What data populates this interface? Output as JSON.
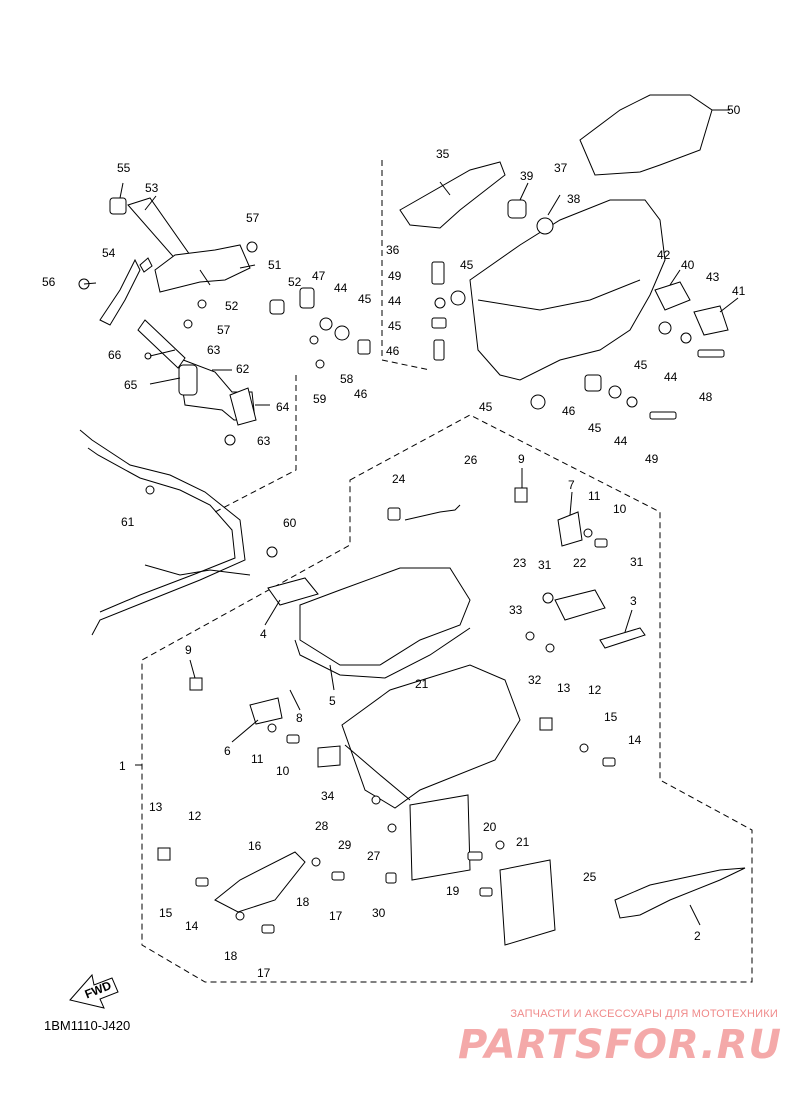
{
  "diagram": {
    "code": "1BM1110-J420",
    "fwd_label": "FWD",
    "watermark": {
      "tagline": "ЗАПЧАСТИ И АКСЕССУАРЫ ДЛЯ МОТОТЕХНИКИ",
      "logo": "PARTSFOR.RU"
    },
    "callouts": [
      {
        "id": "c1",
        "text": "1"
      },
      {
        "id": "c2",
        "text": "2"
      },
      {
        "id": "c3",
        "text": "3"
      },
      {
        "id": "c4",
        "text": "4"
      },
      {
        "id": "c5",
        "text": "5"
      },
      {
        "id": "c6",
        "text": "6"
      },
      {
        "id": "c7",
        "text": "7"
      },
      {
        "id": "c8",
        "text": "8"
      },
      {
        "id": "c9a",
        "text": "9"
      },
      {
        "id": "c9b",
        "text": "9"
      },
      {
        "id": "c10a",
        "text": "10"
      },
      {
        "id": "c10b",
        "text": "10"
      },
      {
        "id": "c11a",
        "text": "11"
      },
      {
        "id": "c11b",
        "text": "11"
      },
      {
        "id": "c12a",
        "text": "12"
      },
      {
        "id": "c12b",
        "text": "12"
      },
      {
        "id": "c13a",
        "text": "13"
      },
      {
        "id": "c13b",
        "text": "13"
      },
      {
        "id": "c14a",
        "text": "14"
      },
      {
        "id": "c14b",
        "text": "14"
      },
      {
        "id": "c15a",
        "text": "15"
      },
      {
        "id": "c15b",
        "text": "15"
      },
      {
        "id": "c16",
        "text": "16"
      },
      {
        "id": "c17a",
        "text": "17"
      },
      {
        "id": "c17b",
        "text": "17"
      },
      {
        "id": "c18a",
        "text": "18"
      },
      {
        "id": "c18b",
        "text": "18"
      },
      {
        "id": "c19",
        "text": "19"
      },
      {
        "id": "c20",
        "text": "20"
      },
      {
        "id": "c21a",
        "text": "21"
      },
      {
        "id": "c21b",
        "text": "21"
      },
      {
        "id": "c22",
        "text": "22"
      },
      {
        "id": "c23",
        "text": "23"
      },
      {
        "id": "c24",
        "text": "24"
      },
      {
        "id": "c25",
        "text": "25"
      },
      {
        "id": "c26",
        "text": "26"
      },
      {
        "id": "c27",
        "text": "27"
      },
      {
        "id": "c28",
        "text": "28"
      },
      {
        "id": "c29",
        "text": "29"
      },
      {
        "id": "c30",
        "text": "30"
      },
      {
        "id": "c31a",
        "text": "31"
      },
      {
        "id": "c31b",
        "text": "31"
      },
      {
        "id": "c32",
        "text": "32"
      },
      {
        "id": "c33",
        "text": "33"
      },
      {
        "id": "c34",
        "text": "34"
      },
      {
        "id": "c35",
        "text": "35"
      },
      {
        "id": "c36",
        "text": "36"
      },
      {
        "id": "c37",
        "text": "37"
      },
      {
        "id": "c38",
        "text": "38"
      },
      {
        "id": "c39",
        "text": "39"
      },
      {
        "id": "c40",
        "text": "40"
      },
      {
        "id": "c41",
        "text": "41"
      },
      {
        "id": "c42",
        "text": "42"
      },
      {
        "id": "c43",
        "text": "43"
      },
      {
        "id": "c44a",
        "text": "44"
      },
      {
        "id": "c44b",
        "text": "44"
      },
      {
        "id": "c44c",
        "text": "44"
      },
      {
        "id": "c44d",
        "text": "44"
      },
      {
        "id": "c45a",
        "text": "45"
      },
      {
        "id": "c45b",
        "text": "45"
      },
      {
        "id": "c45c",
        "text": "45"
      },
      {
        "id": "c45d",
        "text": "45"
      },
      {
        "id": "c45e",
        "text": "45"
      },
      {
        "id": "c45f",
        "text": "45"
      },
      {
        "id": "c46a",
        "text": "46"
      },
      {
        "id": "c46b",
        "text": "46"
      },
      {
        "id": "c46c",
        "text": "46"
      },
      {
        "id": "c47",
        "text": "47"
      },
      {
        "id": "c48",
        "text": "48"
      },
      {
        "id": "c49a",
        "text": "49"
      },
      {
        "id": "c49b",
        "text": "49"
      },
      {
        "id": "c50",
        "text": "50"
      },
      {
        "id": "c51",
        "text": "51"
      },
      {
        "id": "c52a",
        "text": "52"
      },
      {
        "id": "c52b",
        "text": "52"
      },
      {
        "id": "c53",
        "text": "53"
      },
      {
        "id": "c54",
        "text": "54"
      },
      {
        "id": "c55",
        "text": "55"
      },
      {
        "id": "c56",
        "text": "56"
      },
      {
        "id": "c57a",
        "text": "57"
      },
      {
        "id": "c57b",
        "text": "57"
      },
      {
        "id": "c58",
        "text": "58"
      },
      {
        "id": "c59",
        "text": "59"
      },
      {
        "id": "c60",
        "text": "60"
      },
      {
        "id": "c61",
        "text": "61"
      },
      {
        "id": "c62",
        "text": "62"
      },
      {
        "id": "c63a",
        "text": "63"
      },
      {
        "id": "c63b",
        "text": "63"
      },
      {
        "id": "c64",
        "text": "64"
      },
      {
        "id": "c65",
        "text": "65"
      },
      {
        "id": "c66",
        "text": "66"
      }
    ]
  }
}
